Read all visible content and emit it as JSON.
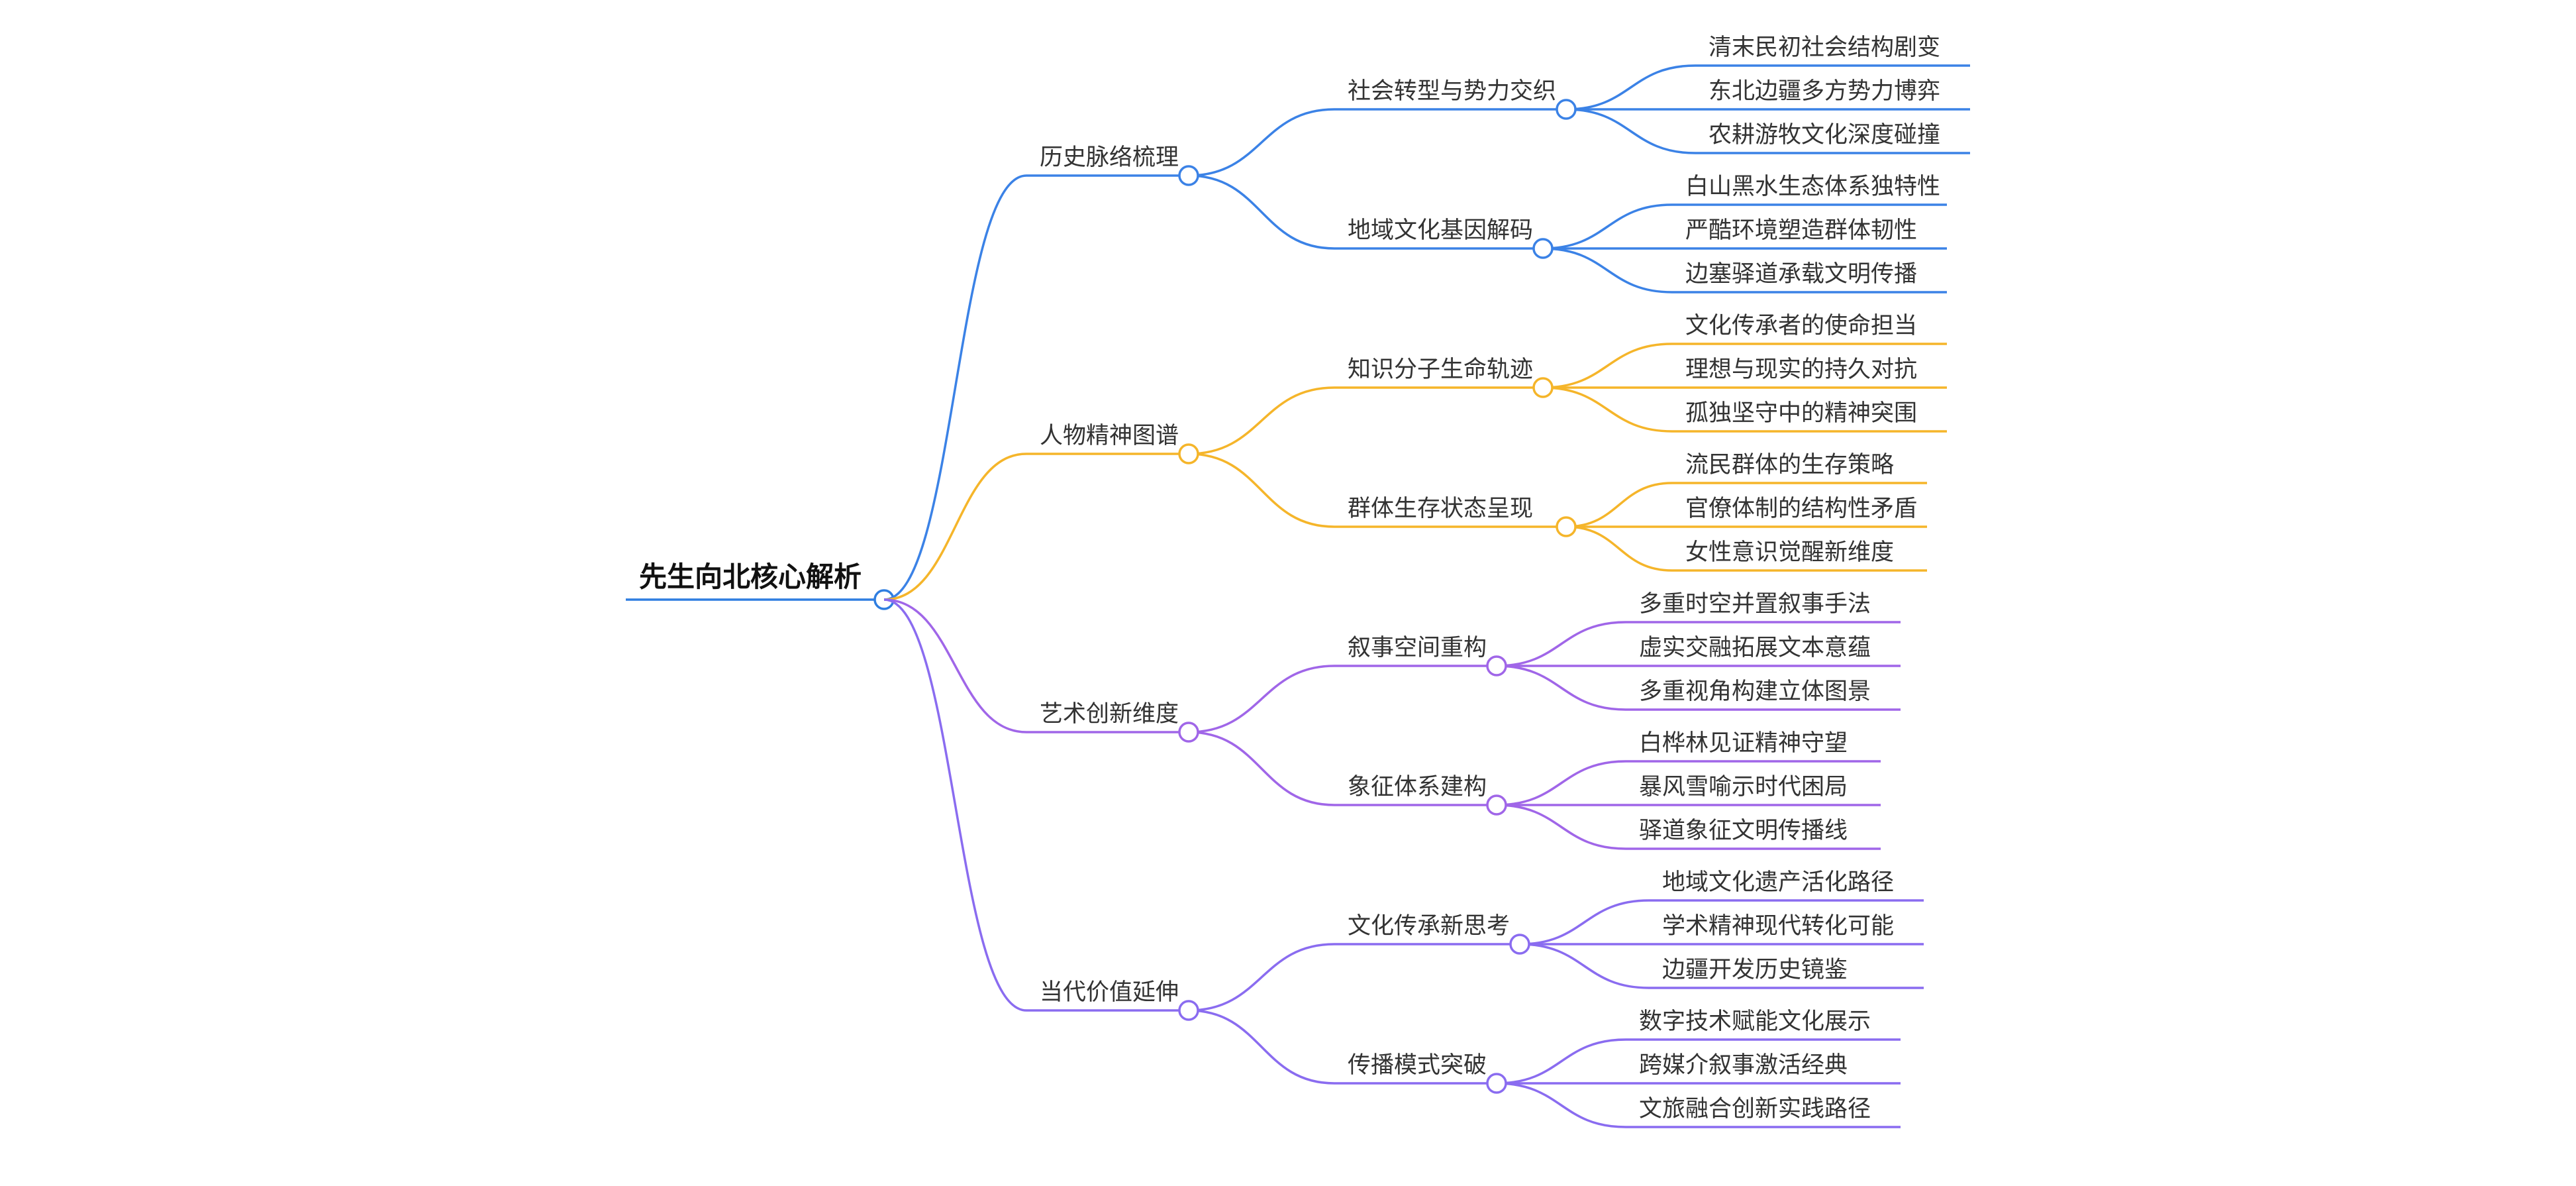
{
  "root": {
    "label": "先生向北核心解析",
    "color": "#2f7ee0"
  },
  "branches": [
    {
      "label": "历史脉络梳理",
      "color": "#3b82e6",
      "children": [
        {
          "label": "社会转型与势力交织",
          "children": [
            "清末民初社会结构剧变",
            "东北边疆多方势力博弈",
            "农耕游牧文化深度碰撞"
          ]
        },
        {
          "label": "地域文化基因解码",
          "children": [
            "白山黑水生态体系独特性",
            "严酷环境塑造群体韧性",
            "边塞驿道承载文明传播"
          ]
        }
      ]
    },
    {
      "label": "人物精神图谱",
      "color": "#f5b52a",
      "children": [
        {
          "label": "知识分子生命轨迹",
          "children": [
            "文化传承者的使命担当",
            "理想与现实的持久对抗",
            "孤独坚守中的精神突围"
          ]
        },
        {
          "label": "群体生存状态呈现",
          "children": [
            "流民群体的生存策略",
            "官僚体制的结构性矛盾",
            "女性意识觉醒新维度"
          ]
        }
      ]
    },
    {
      "label": "艺术创新维度",
      "color": "#a066e8",
      "children": [
        {
          "label": "叙事空间重构",
          "children": [
            "多重时空并置叙事手法",
            "虚实交融拓展文本意蕴",
            "多重视角构建立体图景"
          ]
        },
        {
          "label": "象征体系建构",
          "children": [
            "白桦林见证精神守望",
            "暴风雪喻示时代困局",
            "驿道象征文明传播线"
          ]
        }
      ]
    },
    {
      "label": "当代价值延伸",
      "color": "#8a6cf0",
      "children": [
        {
          "label": "文化传承新思考",
          "children": [
            "地域文化遗产活化路径",
            "学术精神现代转化可能",
            "边疆开发历史镜鉴"
          ]
        },
        {
          "label": "传播模式突破",
          "children": [
            "数字技术赋能文化展示",
            "跨媒介叙事激活经典",
            "文旅融合创新实践路径"
          ]
        }
      ]
    }
  ]
}
